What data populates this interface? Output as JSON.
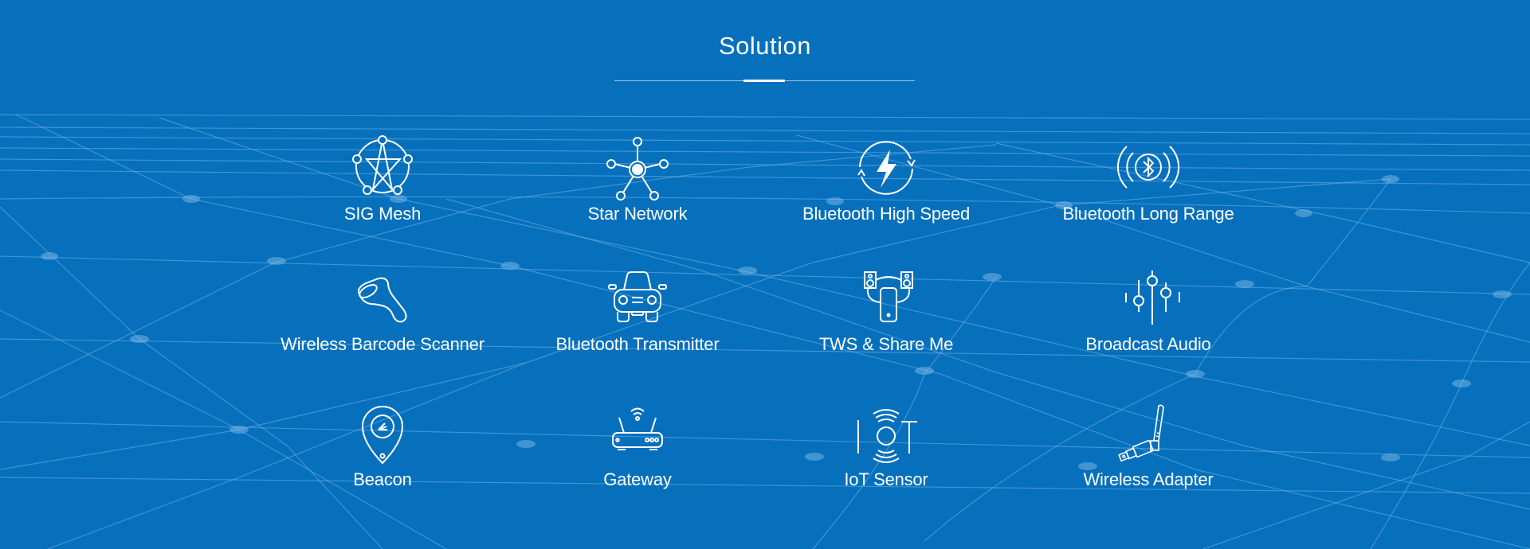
{
  "section": {
    "title": "Solution",
    "colors": {
      "background": "#0670bd",
      "text": "#ffffff",
      "divider": "#c8e1fa",
      "grid_lines": "#5ea6de"
    }
  },
  "solutions": [
    {
      "label": "SIG Mesh",
      "icon": "mesh-network-icon"
    },
    {
      "label": "Star Network",
      "icon": "star-network-icon"
    },
    {
      "label": "Bluetooth High Speed",
      "icon": "lightning-cycle-icon"
    },
    {
      "label": "Bluetooth Long Range",
      "icon": "bluetooth-signal-icon"
    },
    {
      "label": "Wireless Barcode Scanner",
      "icon": "barcode-scanner-icon"
    },
    {
      "label": "Bluetooth Transmitter",
      "icon": "car-icon"
    },
    {
      "label": "TWS & Share Me",
      "icon": "phone-speakers-icon"
    },
    {
      "label": "Broadcast Audio",
      "icon": "equalizer-icon"
    },
    {
      "label": "Beacon",
      "icon": "location-beacon-icon"
    },
    {
      "label": "Gateway",
      "icon": "router-icon"
    },
    {
      "label": "IoT Sensor",
      "icon": "iot-sensor-icon"
    },
    {
      "label": "Wireless Adapter",
      "icon": "usb-adapter-icon"
    }
  ]
}
